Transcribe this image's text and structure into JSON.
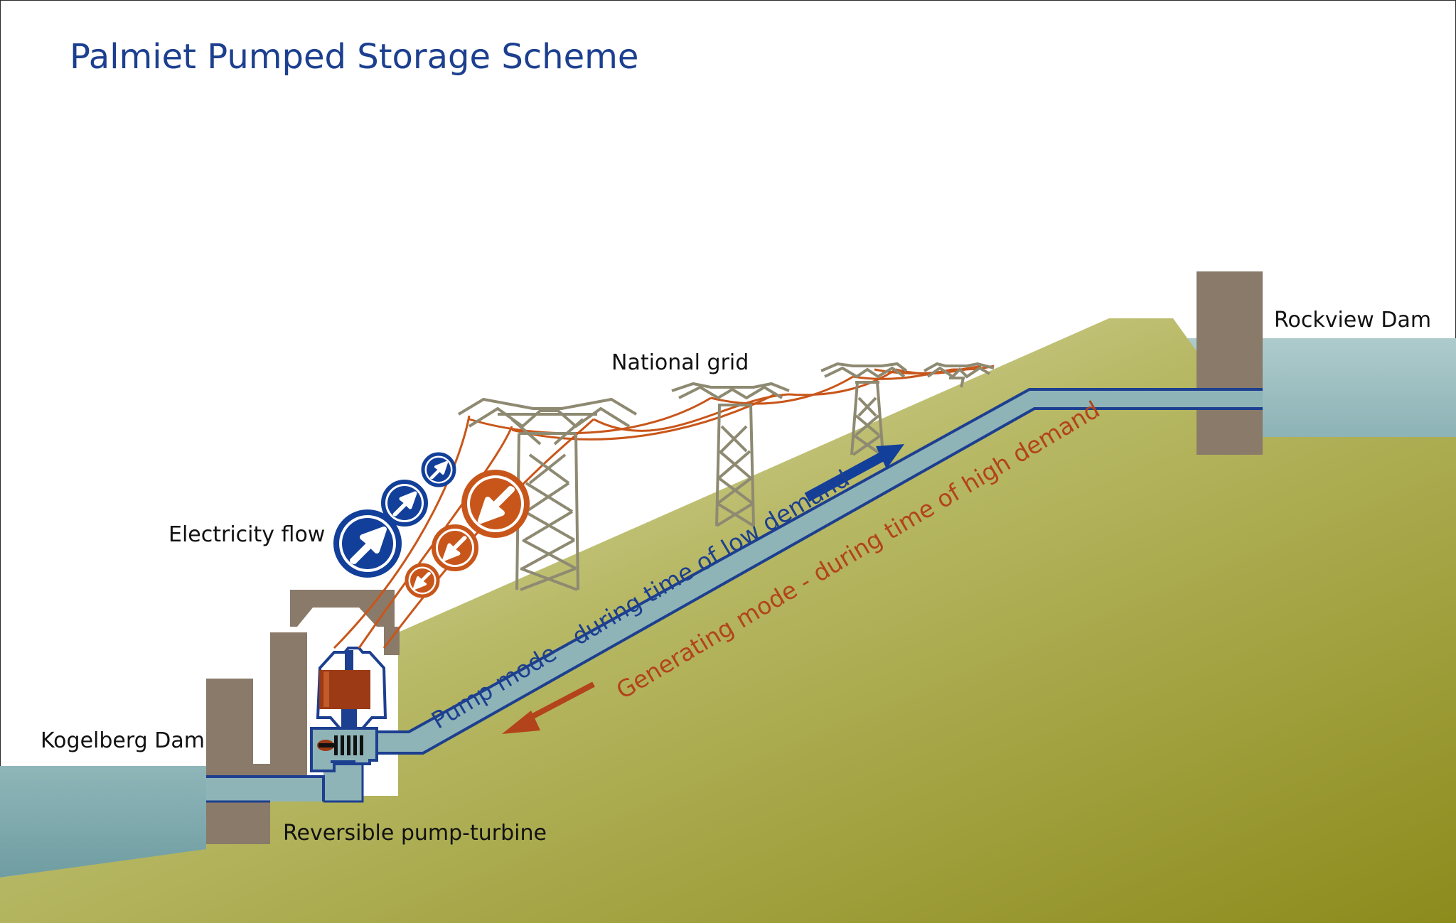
{
  "title": "Palmiet Pumped Storage Scheme",
  "labels": {
    "national_grid": "National grid",
    "electricity_flow": "Electricity flow",
    "rockview_dam": "Rockview Dam",
    "kogelberg_dam": "Kogelberg Dam",
    "pump_turbine": "Reversible pump-turbine",
    "pump_mode": "Pump mode - during time of low demand",
    "generating_mode": "Generating mode - during time of high demand"
  },
  "colors": {
    "title": "#1c3f8f",
    "pump_blue": "#123f9a",
    "generating_orange": "#c8561a",
    "generating_text": "#b2431b",
    "water": "#8fb4b8",
    "dam_wall": "#8a7a6a",
    "hill_light": "#ecebc9",
    "hill_dark": "#8f8f1e",
    "pylon": "#8e8a72"
  },
  "icons": [
    "pylon-icon",
    "arrow-up-right-icon",
    "arrow-down-left-icon",
    "pump-turbine-icon"
  ]
}
